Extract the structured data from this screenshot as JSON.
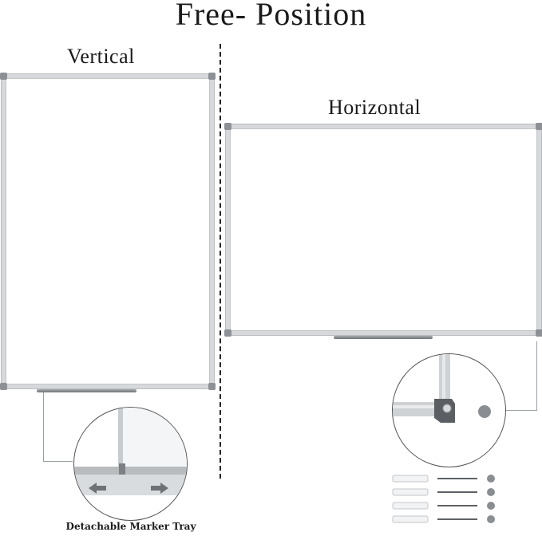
{
  "title": "Free- Position",
  "orientations": {
    "vertical": "Vertical",
    "horizontal": "Horizontal"
  },
  "caption": "Detachable Marker Tray",
  "colors": {
    "frame": "#d6d8db",
    "corner": "#8d9196",
    "tray": "#7f8388",
    "text": "#1a1a1a"
  },
  "icons": [
    "marker-tray-icon",
    "arrow-left-icon",
    "arrow-right-icon",
    "corner-bracket-icon",
    "wall-anchor-icon",
    "screw-icon",
    "magnet-cap-icon"
  ]
}
